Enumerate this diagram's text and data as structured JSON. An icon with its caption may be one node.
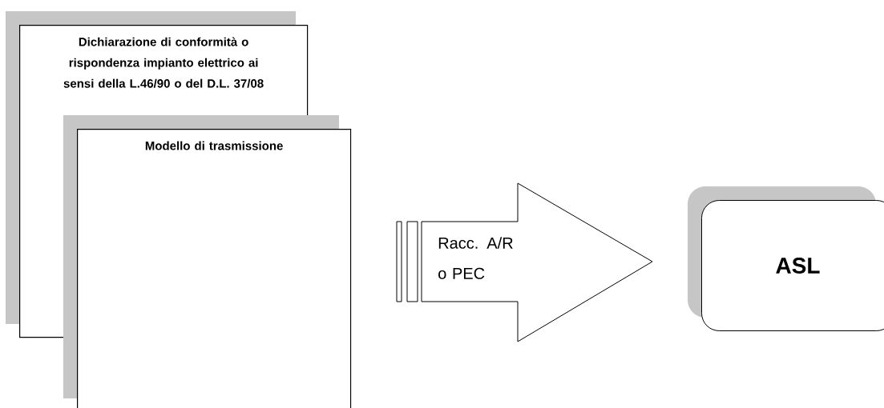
{
  "diagram": {
    "nodes": [
      {
        "text": [
          "Dichiarazione di conformità o rispondenza impianto elettrico ai sensi della L.46/90 o del D.L. 37/08"
        ]
      },
      {
        "text": [
          "Modello di trasmissione"
        ]
      },
      {
        "text": [
          "Racc. A/R o PEC"
        ]
      },
      {
        "text": [
          "ASL"
        ]
      }
    ]
  }
}
